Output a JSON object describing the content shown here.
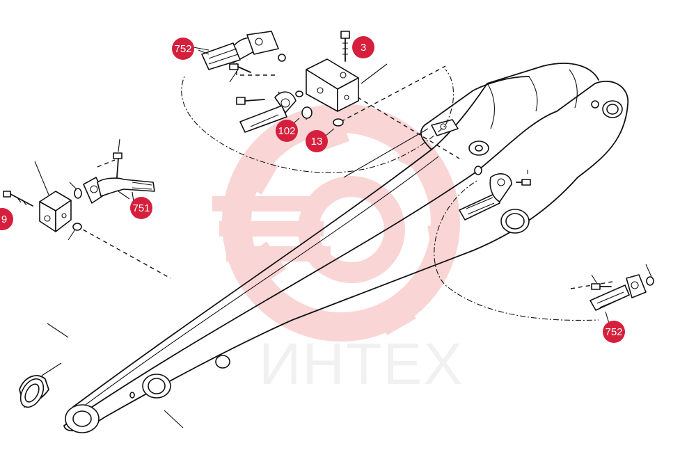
{
  "watermark": {
    "text": "ИНТЕХ",
    "color": "#f4b6b6"
  },
  "callouts": [
    {
      "id": "c-752-top",
      "label": "752"
    },
    {
      "id": "c-3",
      "label": "3"
    },
    {
      "id": "c-102",
      "label": "102"
    },
    {
      "id": "c-13",
      "label": "13"
    },
    {
      "id": "c-751",
      "label": "751"
    },
    {
      "id": "c-9",
      "label": "9"
    },
    {
      "id": "c-752-right",
      "label": "752"
    }
  ],
  "callout_color": "#d51f3c"
}
